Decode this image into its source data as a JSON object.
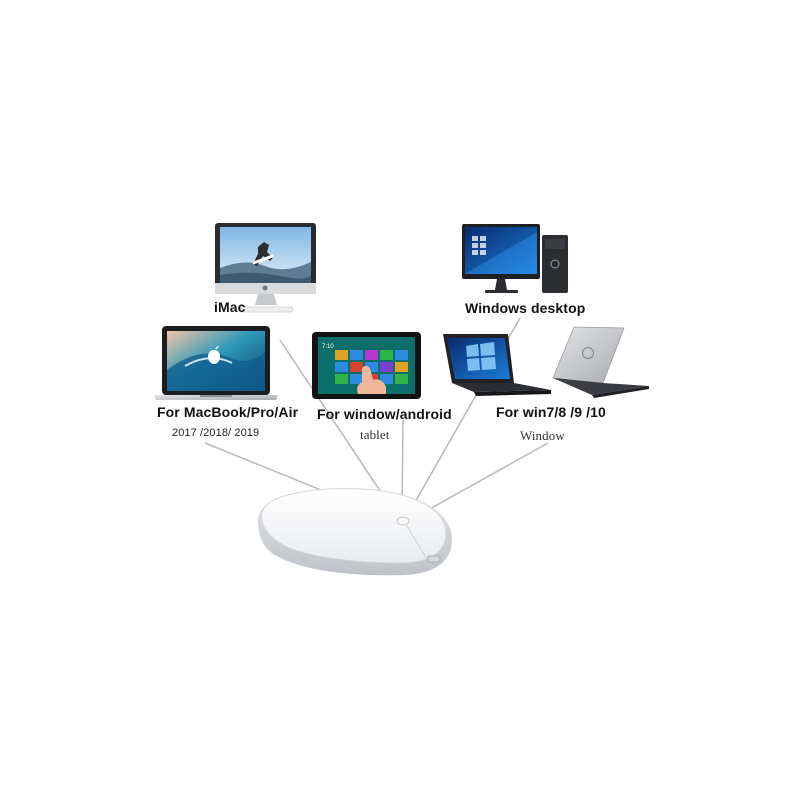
{
  "devices": {
    "imac": {
      "label": "iMac"
    },
    "windows_desktop": {
      "label": "Windows desktop"
    },
    "macbook": {
      "label": "For MacBook/Pro/Air",
      "years": "2017 /2018/ 2019"
    },
    "tablet": {
      "label": "For window/android",
      "sublabel": "tablet",
      "status_time": "7:10"
    },
    "win_laptop": {
      "label": "For win7/8 /9 /10",
      "sublabel": "Window"
    }
  },
  "colors": {
    "line": "#b9b9b9",
    "silver": "#c8c9cc",
    "dark_bezel": "#1f2126",
    "win_tile": "#2b8ce0",
    "tablet_bg": "#0c6e6a"
  },
  "icons": [
    "apple-logo-icon",
    "dell-logo-icon"
  ]
}
